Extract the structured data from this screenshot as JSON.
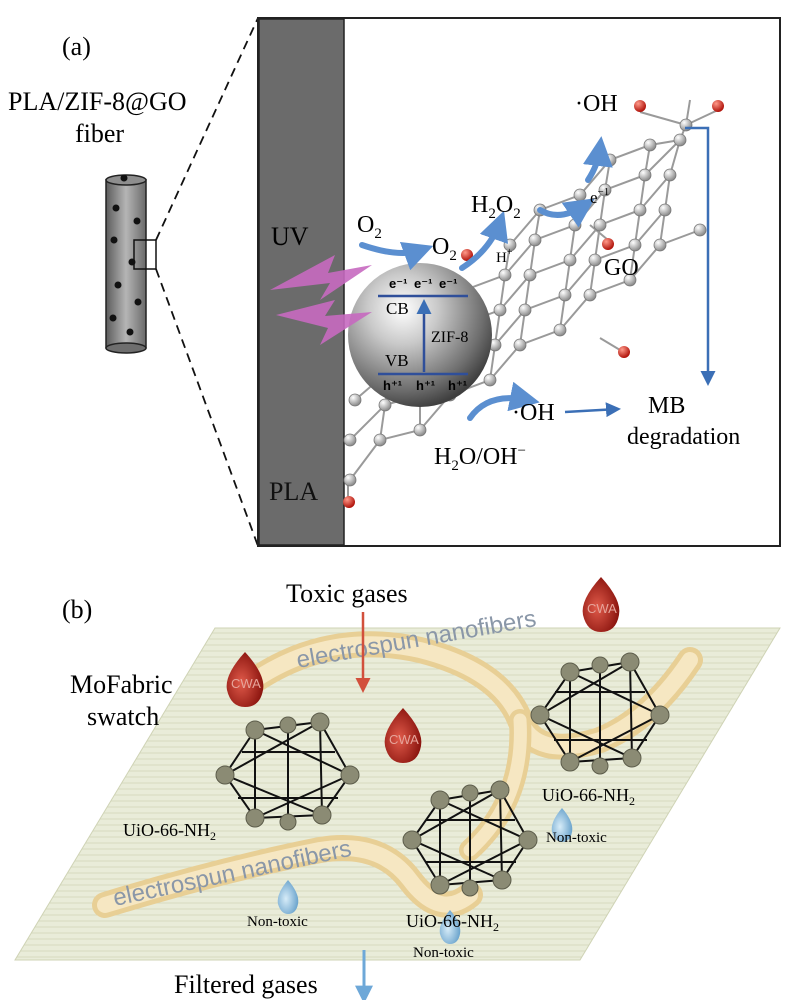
{
  "panel_a": {
    "label": "(a)",
    "fiber_label_line1": "PLA/ZIF-8@GO",
    "fiber_label_line2": "fiber",
    "uv": "UV",
    "pla": "PLA",
    "o2_left": "O",
    "o2_mid": "O",
    "sub2": "2",
    "h2o2": "H",
    "h2o2_o": "O",
    "oh_top": "·OH",
    "e_top": "e",
    "e_top_sup": "−1",
    "h_plus": "H",
    "h_plus_sup": "+",
    "go": "GO",
    "cb": "CB",
    "vb": "VB",
    "zif8": "ZIF-8",
    "e_minus": [
      "e⁻¹",
      "e⁻¹",
      "e⁻¹"
    ],
    "h_plus_row": [
      "h⁺¹",
      "h⁺¹",
      "h⁺¹"
    ],
    "oh_bottom": "·OH",
    "mb_line1": "MB",
    "mb_line2": "degradation",
    "h2o_oh": "H",
    "h2o_oh_rest": "O/OH",
    "h2o_oh_sup": "−"
  },
  "panel_b": {
    "label": "(b)",
    "toxic_gases": "Toxic gases",
    "mofabric_line1": "MoFabric",
    "mofabric_line2": "swatch",
    "cwa": "CWA",
    "electrospun_top": "electrospun nanofibers",
    "electrospun_bottom": "electrospun nanofibers",
    "uio": "UiO-66-NH",
    "uio_sub": "2",
    "non_toxic": "Non-toxic",
    "filtered_gases": "Filtered gases"
  },
  "colors": {
    "arrow_blue": "#4a7dc4",
    "dark_blue": "#2f4f9a",
    "uv_pink": "#c76ac0",
    "cwa_red": "#b0261e",
    "nontoxic_blue": "#7fb3d8",
    "fabric": "#e7ead6",
    "fiber_band": "#eed9a7",
    "node": "#8b8b74",
    "red_arrow": "#d2503c"
  }
}
